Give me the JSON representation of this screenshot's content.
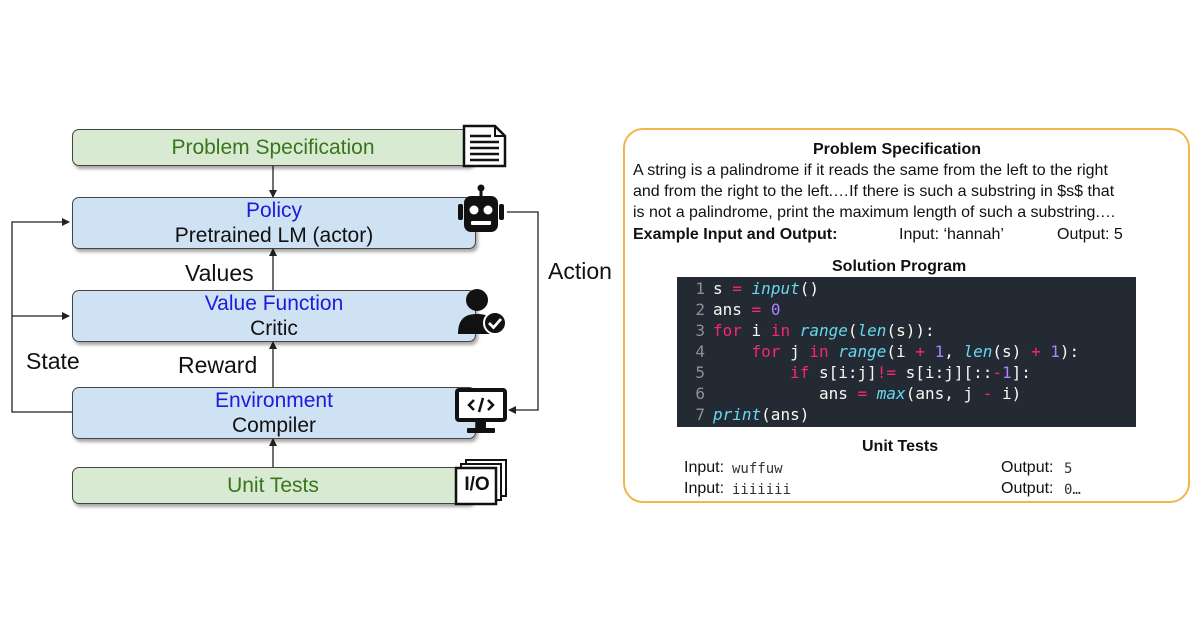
{
  "diagram": {
    "problem_spec": "Problem Specification",
    "policy": {
      "title": "Policy",
      "subtitle": "Pretrained LM (actor)"
    },
    "value_function": {
      "title": "Value Function",
      "subtitle": "Critic"
    },
    "environment": {
      "title": "Environment",
      "subtitle": "Compiler"
    },
    "unit_tests": "Unit Tests",
    "labels": {
      "values": "Values",
      "reward": "Reward",
      "state": "State",
      "action": "Action"
    },
    "io_icon_text": "I/O",
    "icons": [
      "document-icon",
      "robot-icon",
      "user-check-icon",
      "monitor-code-icon",
      "io-files-icon"
    ],
    "colors": {
      "green_box": "#d9ead3",
      "blue_box": "#cfe2f3",
      "green_text": "#38761d",
      "blue_text": "#1b1bdc",
      "panel_border": "#f0b64a"
    }
  },
  "panel": {
    "problem_title": "Problem Specification",
    "problem_lines": [
      "A string is a palindrome if it reads the same from the left to the right",
      "and from the right to the left.…If there is such a substring in $s$ that",
      "is not a palindrome, print the maximum length of such a substring.…"
    ],
    "example": {
      "label": "Example Input and Output:",
      "input": "Input: ‘hannah’",
      "output": "Output: 5"
    },
    "solution_title": "Solution Program",
    "code_lines": [
      [
        {
          "t": "s ",
          "c": ""
        },
        {
          "t": "=",
          "c": "kw"
        },
        {
          "t": " ",
          "c": ""
        },
        {
          "t": "input",
          "c": "fn"
        },
        {
          "t": "()",
          "c": ""
        }
      ],
      [
        {
          "t": "ans ",
          "c": ""
        },
        {
          "t": "=",
          "c": "kw"
        },
        {
          "t": " ",
          "c": ""
        },
        {
          "t": "0",
          "c": "nm"
        }
      ],
      [
        {
          "t": "for",
          "c": "kw"
        },
        {
          "t": " i ",
          "c": ""
        },
        {
          "t": "in",
          "c": "kw"
        },
        {
          "t": " ",
          "c": ""
        },
        {
          "t": "range",
          "c": "fn"
        },
        {
          "t": "(",
          "c": ""
        },
        {
          "t": "len",
          "c": "fn"
        },
        {
          "t": "(s)):",
          "c": ""
        }
      ],
      [
        {
          "t": "    ",
          "c": ""
        },
        {
          "t": "for",
          "c": "kw"
        },
        {
          "t": " j ",
          "c": ""
        },
        {
          "t": "in",
          "c": "kw"
        },
        {
          "t": " ",
          "c": ""
        },
        {
          "t": "range",
          "c": "fn"
        },
        {
          "t": "(i ",
          "c": ""
        },
        {
          "t": "+",
          "c": "kw"
        },
        {
          "t": " ",
          "c": ""
        },
        {
          "t": "1",
          "c": "nm"
        },
        {
          "t": ", ",
          "c": ""
        },
        {
          "t": "len",
          "c": "fn"
        },
        {
          "t": "(s) ",
          "c": ""
        },
        {
          "t": "+",
          "c": "kw"
        },
        {
          "t": " ",
          "c": ""
        },
        {
          "t": "1",
          "c": "nm"
        },
        {
          "t": "):",
          "c": ""
        }
      ],
      [
        {
          "t": "        ",
          "c": ""
        },
        {
          "t": "if",
          "c": "kw"
        },
        {
          "t": " s[i:j]",
          "c": ""
        },
        {
          "t": "!=",
          "c": "kw"
        },
        {
          "t": " s[i:j][::",
          "c": ""
        },
        {
          "t": "-",
          "c": "kw"
        },
        {
          "t": "1",
          "c": "nm"
        },
        {
          "t": "]:",
          "c": ""
        }
      ],
      [
        {
          "t": "           ans ",
          "c": ""
        },
        {
          "t": "=",
          "c": "kw"
        },
        {
          "t": " ",
          "c": ""
        },
        {
          "t": "max",
          "c": "fn"
        },
        {
          "t": "(ans, j ",
          "c": ""
        },
        {
          "t": "-",
          "c": "kw"
        },
        {
          "t": " i)",
          "c": ""
        }
      ],
      [
        {
          "t": "print",
          "c": "fn"
        },
        {
          "t": "(ans)",
          "c": ""
        }
      ]
    ],
    "unit_tests_title": "Unit Tests",
    "tests": [
      {
        "input_label": "Input:",
        "input_value": "wuffuw",
        "output_label": "Output:",
        "output_value": "5"
      },
      {
        "input_label": "Input:",
        "input_value": "iiiiiii",
        "output_label": "Output:",
        "output_value": "0…"
      }
    ]
  }
}
